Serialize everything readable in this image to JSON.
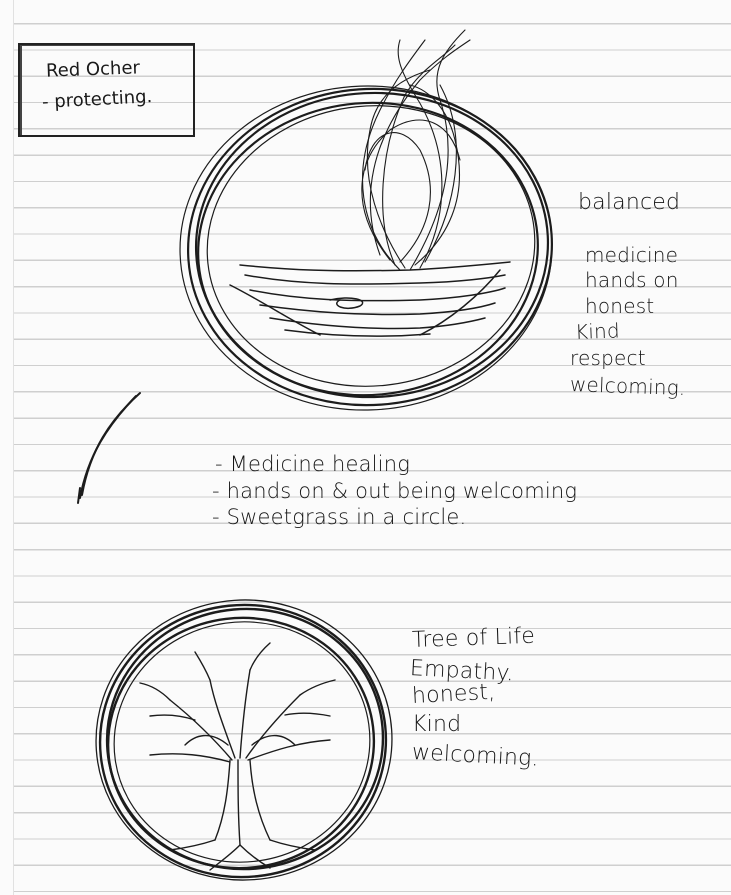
{
  "box_note": {
    "line1": "Red Ocher",
    "line2": "- protecting."
  },
  "top_list": {
    "items": [
      "balanced",
      "medicine",
      "hands on",
      "honest",
      "Kind",
      "respect",
      "welcoming."
    ]
  },
  "middle_notes": {
    "items": [
      "- Medicine healing",
      "- hands on & out being welcoming",
      "- Sweetgrass in a circle."
    ]
  },
  "bottom_list": {
    "items": [
      "Tree of Life",
      "Empathy.",
      "honest,",
      "Kind",
      "welcoming."
    ]
  }
}
